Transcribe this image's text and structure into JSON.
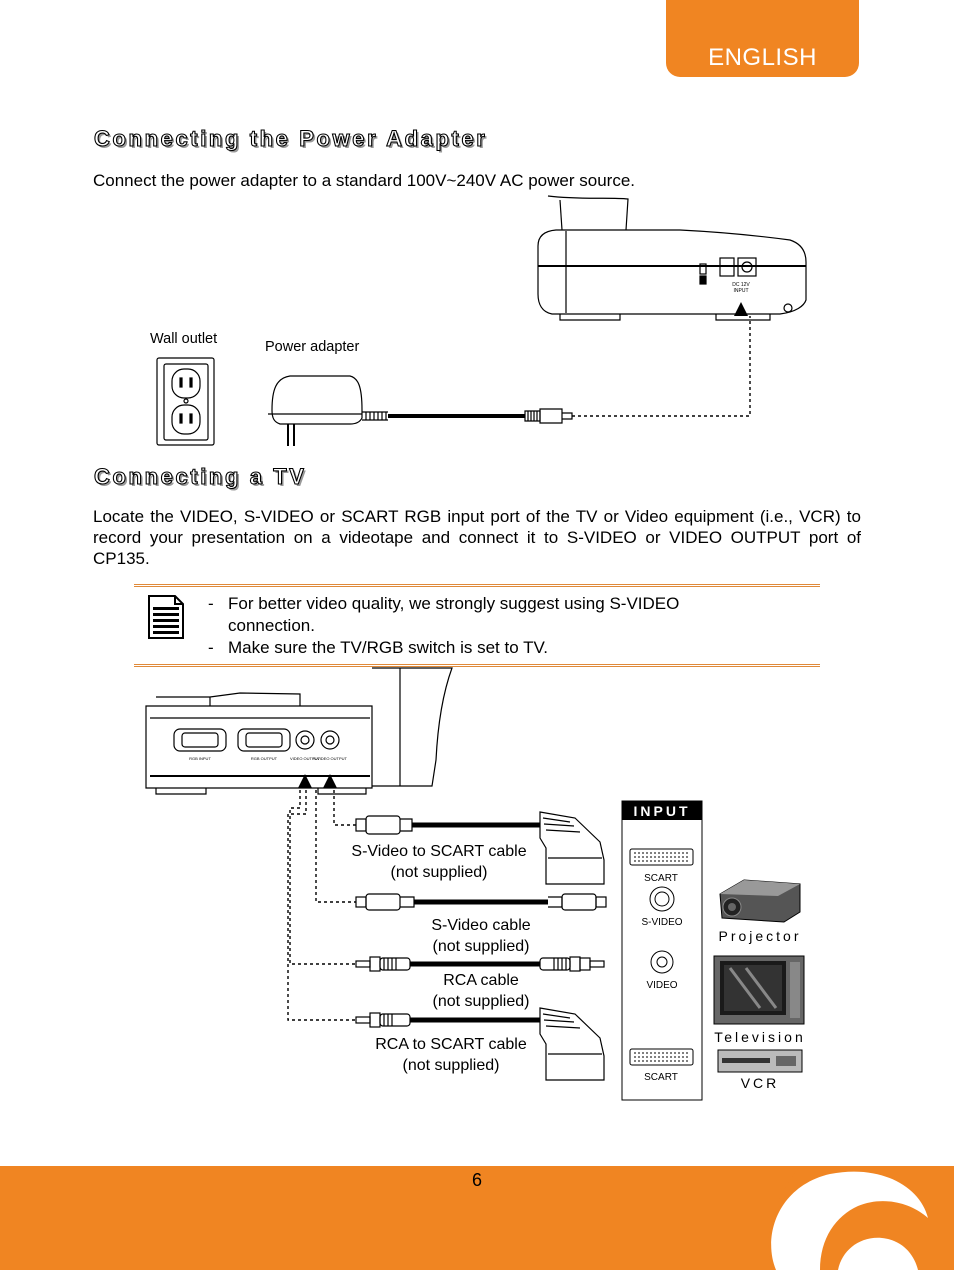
{
  "header": {
    "language": "ENGLISH"
  },
  "power_section": {
    "title": "Connecting the Power Adapter",
    "text": "Connect the power adapter to a standard 100V~240V AC power source.",
    "wall_outlet_label": "Wall outlet",
    "adapter_label": "Power adapter",
    "port_label_line1": "DC 12V",
    "port_label_line2": "INPUT"
  },
  "tv_section": {
    "title": "Connecting a TV",
    "text": "Locate the VIDEO, S-VIDEO or SCART RGB input port of the TV or Video equipment (i.e., VCR) to record your presentation on a videotape and connect it to S-VIDEO or VIDEO OUTPUT port of CP135."
  },
  "note": {
    "items": [
      "For better video quality, we strongly suggest using S-VIDEO connection.",
      "Make sure the TV/RGB switch is set to TV."
    ]
  },
  "diagram": {
    "cables": [
      {
        "line1": "S-Video to SCART cable",
        "line2": "(not supplied)"
      },
      {
        "line1": "S-Video cable",
        "line2": "(not supplied)"
      },
      {
        "line1": "RCA cable",
        "line2": "(not supplied)"
      },
      {
        "line1": "RCA to SCART cable",
        "line2": "(not supplied)"
      }
    ],
    "input_panel": {
      "title": "INPUT",
      "ports": [
        "SCART",
        "S-VIDEO",
        "VIDEO",
        "SCART"
      ]
    },
    "devices": [
      "Projector",
      "Television",
      "VCR"
    ],
    "back_ports": [
      "RGB INPUT",
      "RGB OUTPUT",
      "VIDEO OUTPUT",
      "S-VIDEO OUTPUT"
    ]
  },
  "footer": {
    "page_number": "6"
  },
  "colors": {
    "accent": "#f08522"
  }
}
